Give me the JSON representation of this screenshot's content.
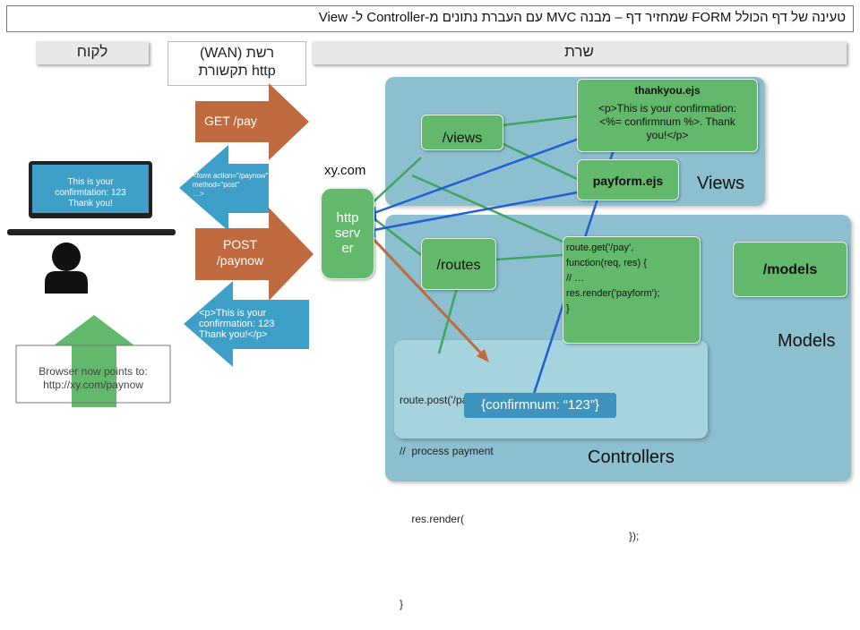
{
  "title": "טעינה של דף הכולל FORM שמחזיר דף – מבנה MVC עם העברת נתונים מ-Controller ל- View",
  "headers": {
    "client": "לקוח",
    "server": "שרת",
    "wan_line1": "(WAN) רשת",
    "wan_line2": "תקשורת http"
  },
  "arrows": {
    "get": "GET /pay",
    "form_line1": "<form action=\"/paynow\"",
    "form_line2": "method=\"post\"",
    "form_line3": "…>",
    "post_line1": "POST",
    "post_line2": "/paynow",
    "reply_line1": "<p>This is your",
    "reply_line2": "confirmation: 123",
    "reply_line3": "Thank you!</p>"
  },
  "client": {
    "screen_line1": "This is your",
    "screen_line2": "confirmtation: 123",
    "screen_line3": "Thank you!",
    "browser_line1": "Browser now points to:",
    "browser_line2": "http://xy.com/paynow"
  },
  "server": {
    "domain": "xy.com",
    "http_line1": "http",
    "http_line2": "serv",
    "http_line3": "er"
  },
  "nodes": {
    "views": "/views",
    "routes": "/routes",
    "models": "/models",
    "thankyou_title": "thankyou.ejs",
    "thankyou_line1": "<p>This is your confirmation:",
    "thankyou_line2": "<%= confirmnum %>. Thank",
    "thankyou_line3": "you!</p>",
    "payform": "payform.ejs",
    "get_route_code": "route.get('/pay',\nfunction(req, res) {\n// …\nres.render('payform');\n}",
    "post_route_line1": "route.post('/paynow', function(req, res) {",
    "post_route_line2": "//  process payment",
    "post_route_line3_pre": "res.render(",
    "post_route_line3_post": "});",
    "post_route_line4": "}",
    "badge": "{confirmnum: “123”}"
  },
  "region_labels": {
    "views": "Views",
    "models": "Models",
    "controllers": "Controllers"
  },
  "colors": {
    "arrow_brown": "#c06a3f",
    "arrow_blue": "#3ea0c8",
    "arrow_green": "#63b96b",
    "node_green": "#63b96b",
    "region_blue": "#78b4c8",
    "link_blue": "#1f5fd6",
    "link_green": "#3fa65f"
  }
}
